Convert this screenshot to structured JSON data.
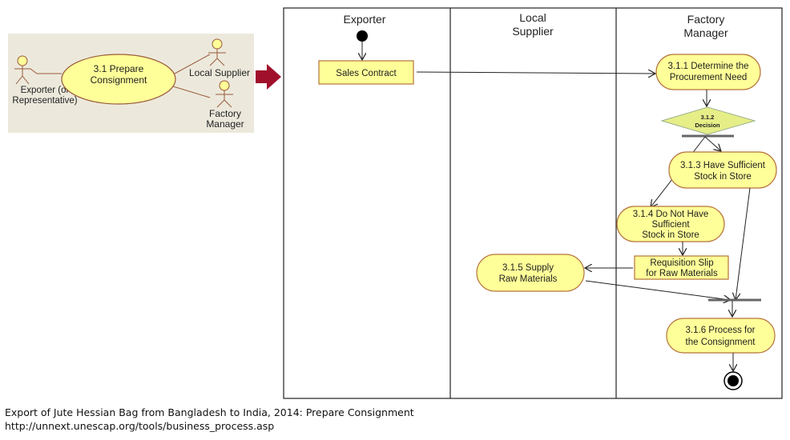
{
  "use_case": {
    "title_line1": "3.1 Prepare",
    "title_line2": "Consignment",
    "actors": [
      {
        "id": "exporter",
        "label_line1": "Exporter (or",
        "label_line2": "Representative)"
      },
      {
        "id": "local-supplier",
        "label_line1": "Local Supplier",
        "label_line2": ""
      },
      {
        "id": "factory-manager",
        "label_line1": "Factory",
        "label_line2": "Manager"
      }
    ]
  },
  "arrow_icon": "right-block-arrow",
  "swimlanes": [
    {
      "label_line1": "Exporter",
      "label_line2": ""
    },
    {
      "label_line1": "Local",
      "label_line2": "Supplier"
    },
    {
      "label_line1": "Factory",
      "label_line2": "Manager"
    }
  ],
  "nodes": {
    "sales_contract": "Sales Contract",
    "n311": [
      "3.1.1 Determine  the",
      "Procurement Need"
    ],
    "n312": [
      "3.1.2",
      "Decision"
    ],
    "n313": [
      "3.1.3  Have Sufficient",
      "Stock in Store"
    ],
    "n314": [
      "3.1.4 Do Not Have",
      "Sufficient",
      "Stock in Store"
    ],
    "requisition": [
      "Requisition Slip",
      "for Raw Materials"
    ],
    "n315": [
      "3.1.5 Supply",
      "Raw Materials"
    ],
    "n316": [
      "3.1.6 Process for",
      "the Consignment"
    ]
  },
  "colors": {
    "fill": "#ffff99",
    "stroke": "#b5733a",
    "diamond_fill": "#e6ee88",
    "arrow": "#a0102a",
    "usecase_bg": "#ece9dc"
  },
  "caption": {
    "line1": "Export of Jute Hessian Bag from Bangladesh to India, 2014: Prepare Consignment",
    "line2": "http://unnext.unescap.org/tools/business_process.asp"
  }
}
